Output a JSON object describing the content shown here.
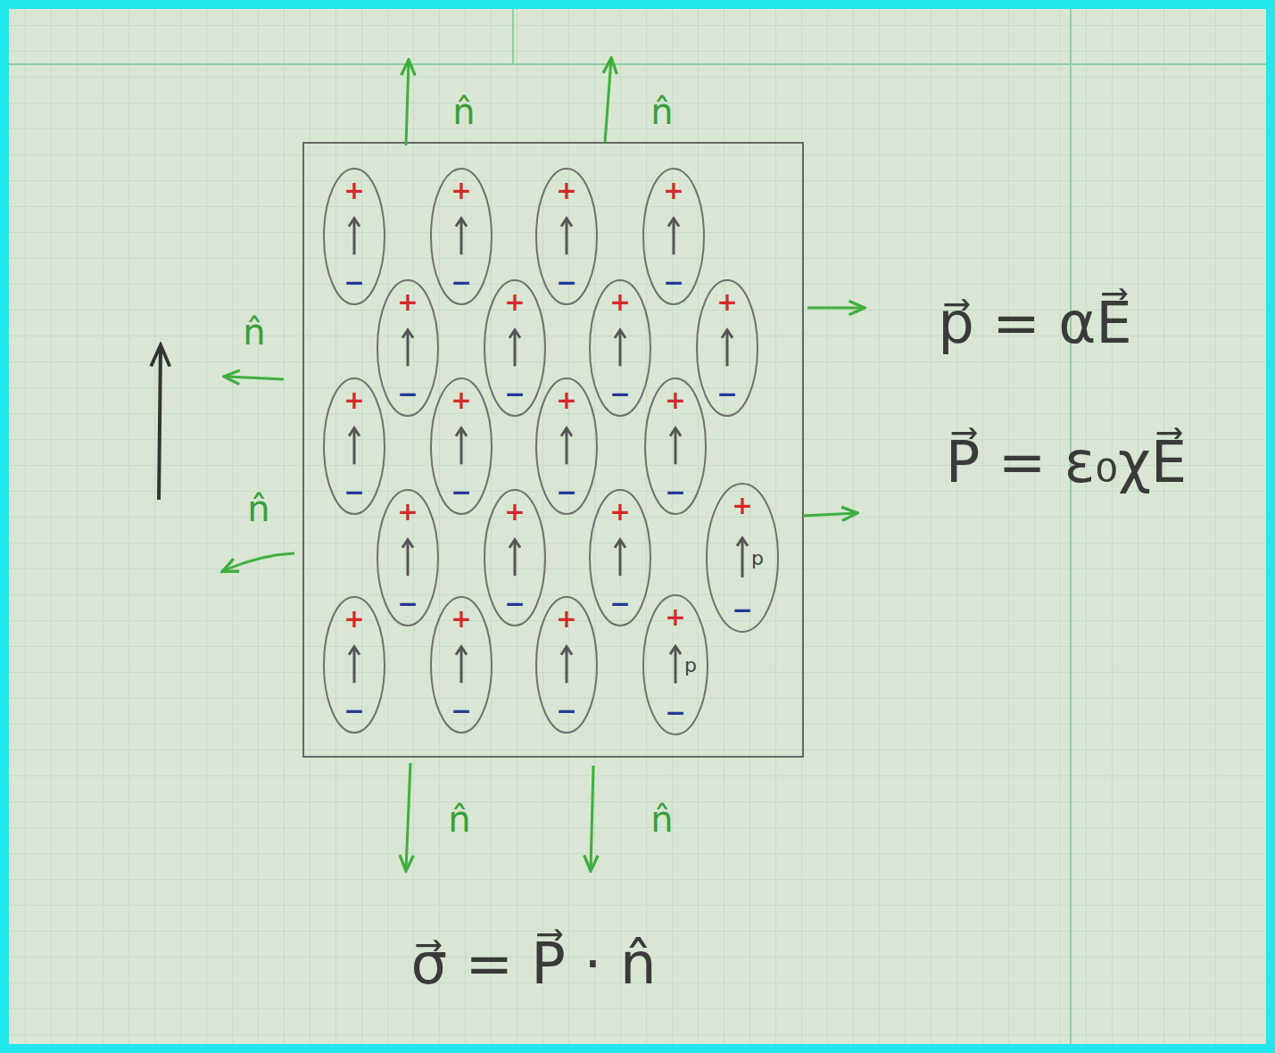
{
  "diagram": {
    "nodes": [
      {
        "text": [
          "+",
          "−"
        ]
      },
      {
        "text": [
          "+",
          "−"
        ]
      },
      {
        "text": [
          "+",
          "−"
        ]
      },
      {
        "text": [
          "+",
          "−"
        ]
      },
      {
        "text": [
          "+",
          "−"
        ]
      },
      {
        "text": [
          "+",
          "−"
        ]
      },
      {
        "text": [
          "+",
          "−"
        ]
      },
      {
        "text": [
          "+",
          "−"
        ]
      },
      {
        "text": [
          "+",
          "−"
        ]
      },
      {
        "text": [
          "+",
          "−"
        ]
      },
      {
        "text": [
          "+",
          "−"
        ]
      },
      {
        "text": [
          "+",
          "−"
        ]
      },
      {
        "text": [
          "+",
          "−"
        ]
      },
      {
        "text": [
          "+",
          "−"
        ]
      },
      {
        "text": [
          "+",
          "−"
        ]
      },
      {
        "text": [
          "+",
          "p",
          "−"
        ]
      },
      {
        "text": [
          "+",
          "−"
        ]
      },
      {
        "text": [
          "+",
          "−"
        ]
      },
      {
        "text": [
          "+",
          "−"
        ]
      },
      {
        "text": [
          "+",
          "p",
          "−"
        ]
      }
    ],
    "labels": [
      "n̂",
      "n̂",
      "n̂",
      "n̂",
      "n̂",
      "n̂",
      "p⃗ = αE⃗",
      "P⃗ = ε₀χE⃗",
      "σ⃗ = P⃗ · n̂"
    ]
  }
}
